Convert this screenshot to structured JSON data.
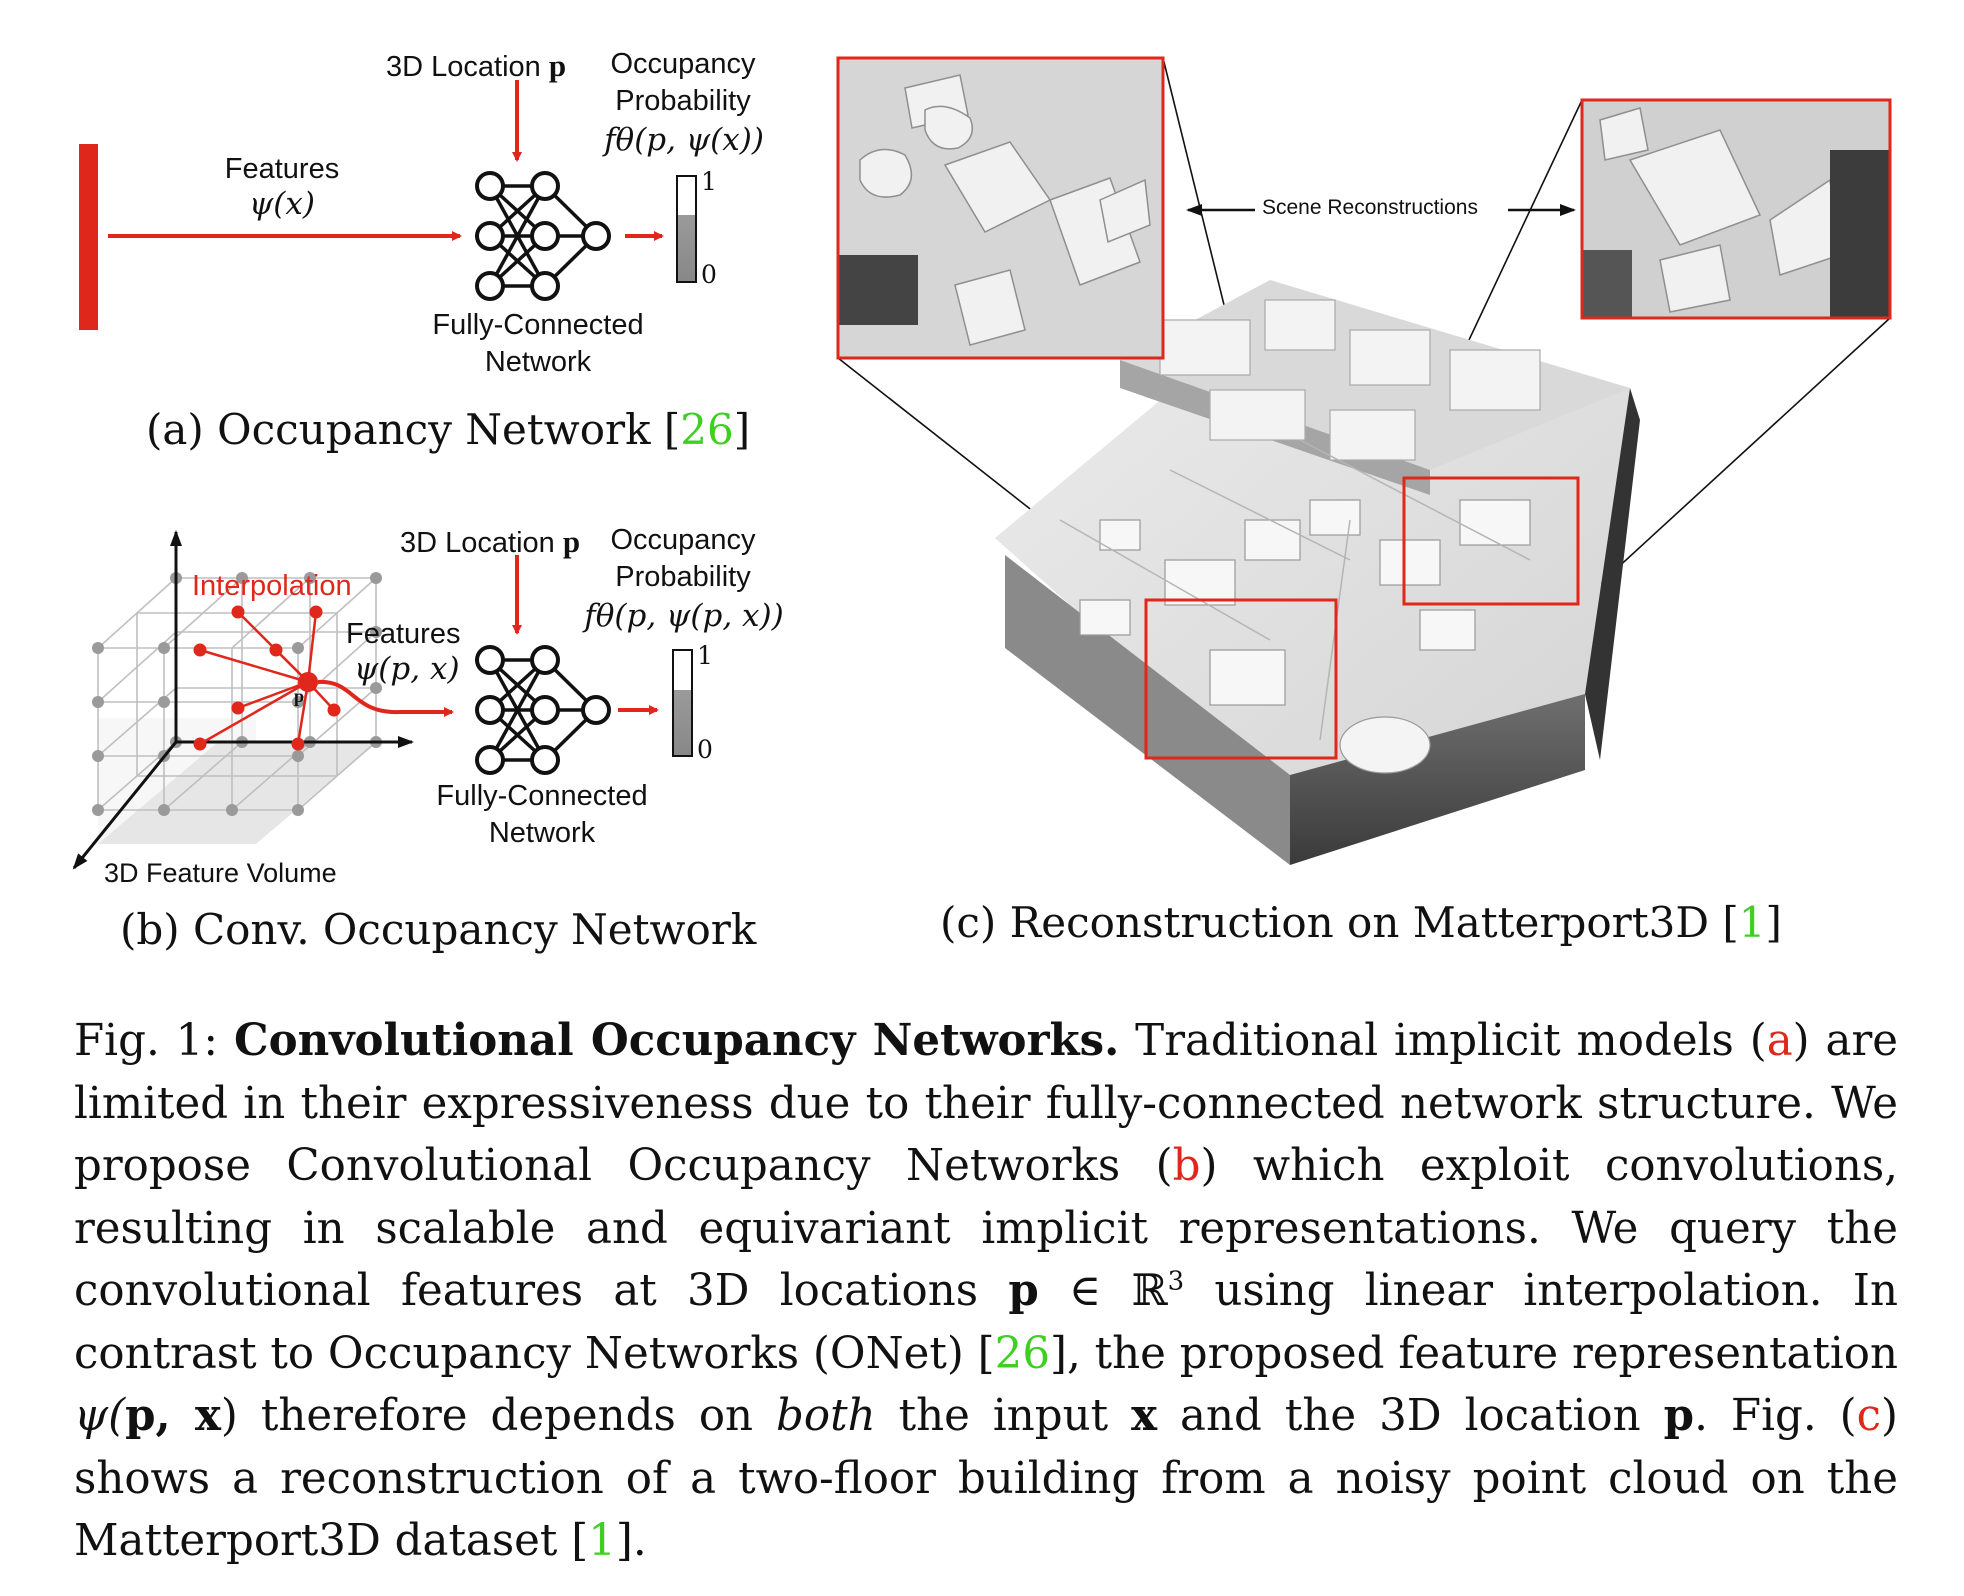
{
  "panel_a": {
    "location_label": "3D Location",
    "location_symbol": "p",
    "output_label_1": "Occupancy",
    "output_label_2": "Probability",
    "output_formula": "fθ(p, ψ(x))",
    "features_label": "Features",
    "features_formula": "ψ(x)",
    "bar_max": "1",
    "bar_min": "0",
    "network_label_1": "Fully-Connected",
    "network_label_2": "Network",
    "caption_prefix": "(a) Occupancy Network [",
    "caption_ref": "26",
    "caption_suffix": "]"
  },
  "panel_b": {
    "location_label": "3D Location",
    "location_symbol": "p",
    "output_label_1": "Occupancy",
    "output_label_2": "Probability",
    "output_formula": "fθ(p, ψ(p, x))",
    "interpolation_label": "Interpolation",
    "features_label": "Features",
    "features_formula": "ψ(p, x)",
    "point_label": "p",
    "volume_label": "3D Feature Volume",
    "bar_max": "1",
    "bar_min": "0",
    "network_label_1": "Fully-Connected",
    "network_label_2": "Network",
    "caption": "(b) Conv. Occupancy Network"
  },
  "panel_c": {
    "scene_label": "Scene Reconstructions",
    "caption_prefix": "(c) Reconstruction on Matterport3D [",
    "caption_ref": "1",
    "caption_suffix": "]"
  },
  "figure_caption": {
    "fig_number": "Fig. 1:",
    "title": "Convolutional Occupancy Networks.",
    "t1": " Traditional implicit models (",
    "ref_a": "a",
    "t2": ") are limited in their expressiveness due to their fully-connected network structure. We propose Convolutional Occupancy Networks (",
    "ref_b": "b",
    "t3": ") which exploit convolutions, resulting in scalable and equivariant implicit representations. We query the convolutional features at 3D locations ",
    "sym_p": "p",
    "t4": " ∈ ℝ",
    "sup3": "3",
    "t5": " using linear interpolation. In contrast to Occupancy Networks (ONet) [",
    "ref_26": "26",
    "t6": "], the proposed feature representation ",
    "psi": "ψ(",
    "psi_args": "p, x",
    "t7": ") therefore depends on ",
    "both": "both",
    "t8": " the input ",
    "sym_x": "x",
    "t9": " and the 3D location ",
    "sym_p2": "p",
    "t10": ". Fig. (",
    "ref_c": "c",
    "t11": ") shows a reconstruction of a two-floor building from a noisy point cloud on the Matterport3D dataset [",
    "ref_1": "1",
    "t12": "]."
  },
  "colors": {
    "accent_red": "#e0271b",
    "ref_green": "#3ecf22",
    "text": "#111111"
  }
}
